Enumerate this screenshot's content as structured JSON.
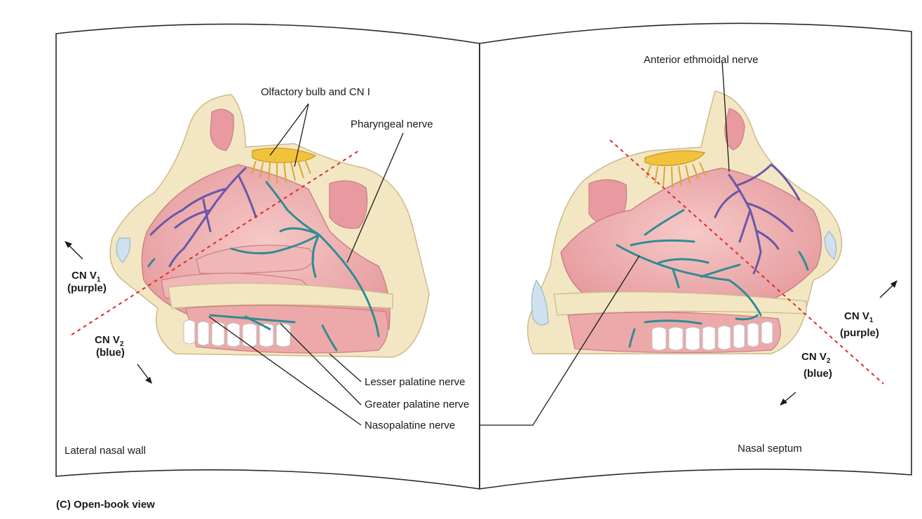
{
  "caption": "(C) Open-book view",
  "left_page": {
    "title": "Lateral nasal wall",
    "division_v1": {
      "name": "CN V",
      "sub": "1",
      "color_word": "(purple)"
    },
    "division_v2": {
      "name": "CN V",
      "sub": "2",
      "color_word": "(blue)"
    }
  },
  "right_page": {
    "title": "Nasal septum",
    "division_v1": {
      "name": "CN V",
      "sub": "1",
      "color_word": "(purple)"
    },
    "division_v2": {
      "name": "CN V",
      "sub": "2",
      "color_word": "(blue)"
    }
  },
  "labels": {
    "olfactory": "Olfactory bulb and CN I",
    "pharyngeal": "Pharyngeal nerve",
    "anterior_ethmoidal": "Anterior ethmoidal nerve",
    "lesser_palatine": "Lesser palatine nerve",
    "greater_palatine": "Greater palatine nerve",
    "nasopalatine": "Nasopalatine nerve"
  },
  "colors": {
    "v1_nerve": "#6a57a8",
    "v2_nerve": "#2f8c93",
    "mucosa": "#eaa6a8",
    "bone": "#f3e7c3",
    "olfactory_bulb": "#f2c23a",
    "dividing_line": "#e02a2a"
  }
}
